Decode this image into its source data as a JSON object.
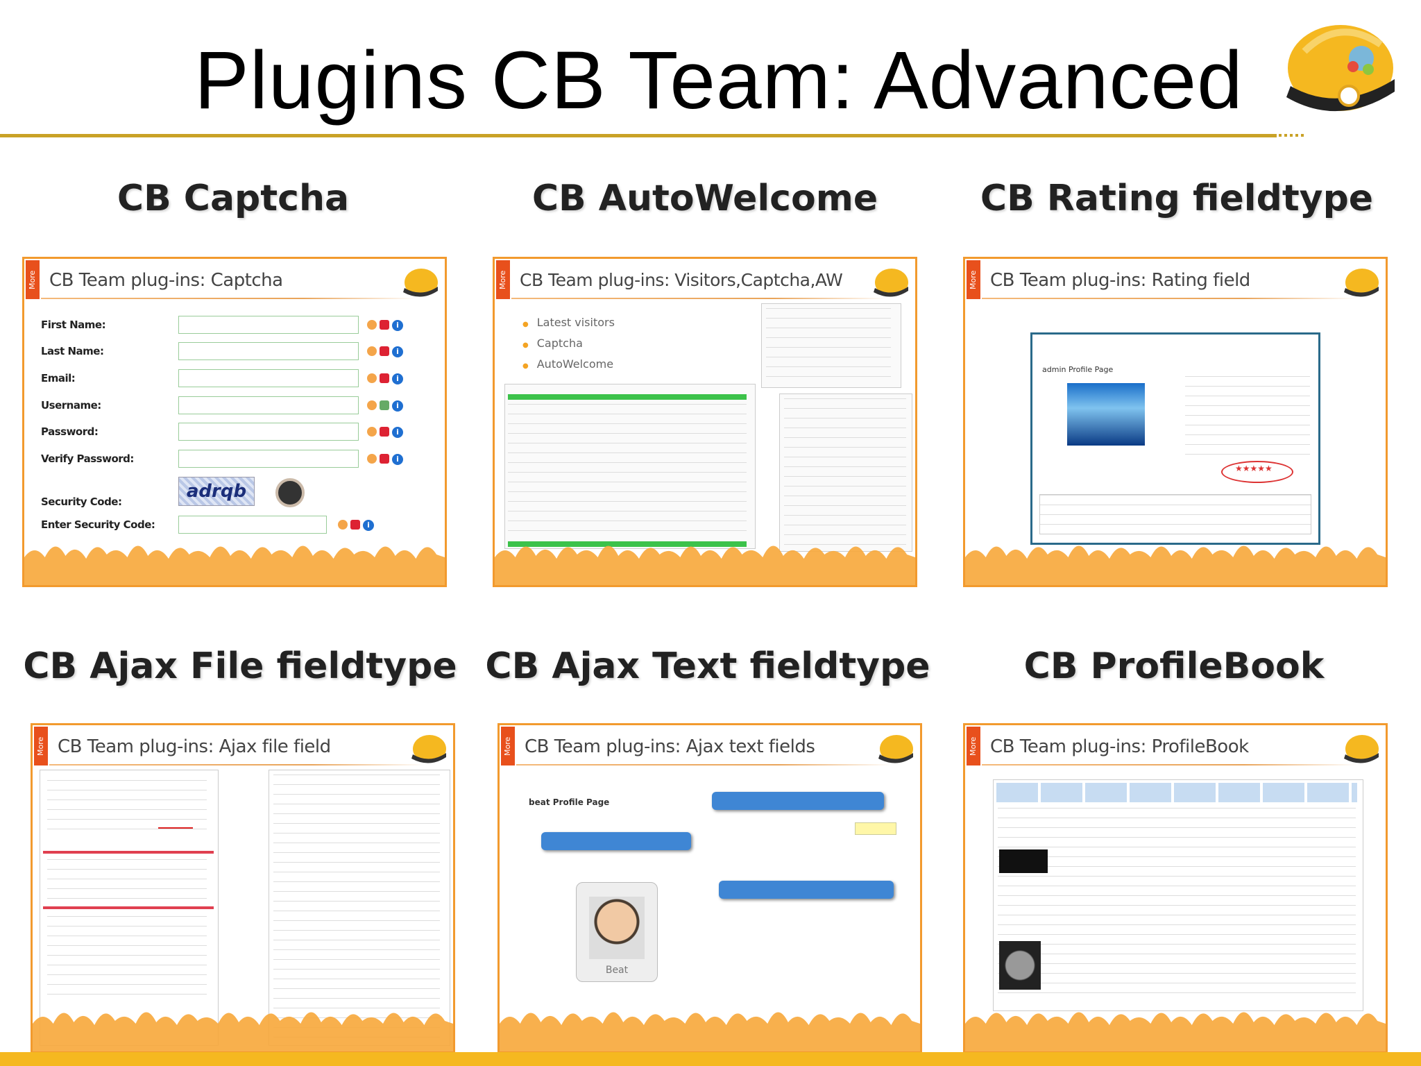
{
  "page": {
    "title": "Plugins CB Team: Advanced"
  },
  "thumbnails": [
    {
      "heading": "CB Captcha",
      "slide_title": "CB Team plug-ins: Captcha",
      "form_labels": [
        "First Name:",
        "Last Name:",
        "Email:",
        "Username:",
        "Password:",
        "Verify Password:",
        "Security Code:",
        "Enter Security Code:"
      ],
      "captcha_text": "adrqb"
    },
    {
      "heading": "CB AutoWelcome",
      "slide_title": "CB Team plug-ins: Visitors,Captcha,AW",
      "bullets": [
        "Latest visitors",
        "Captcha",
        "AutoWelcome"
      ]
    },
    {
      "heading": "CB Rating fieldtype",
      "slide_title": "CB Team plug-ins: Rating field",
      "profile_label": "admin Profile Page"
    },
    {
      "heading": "CB Ajax File fieldtype",
      "slide_title": "CB Team plug-ins: Ajax file field"
    },
    {
      "heading": "CB Ajax Text fieldtype",
      "slide_title": "CB Team plug-ins: Ajax text fields",
      "profile_label": "beat Profile Page",
      "avatar_caption": "Beat"
    },
    {
      "heading": "CB ProfileBook",
      "slide_title": "CB Team plug-ins: ProfileBook"
    }
  ],
  "colors": {
    "rule": "#c9a227",
    "slide_border": "#f29a2e",
    "bottom_bar": "#f5b820"
  },
  "icons": [
    "helmet-logo-icon",
    "orange-dot-icon",
    "red-icon",
    "info-icon"
  ]
}
